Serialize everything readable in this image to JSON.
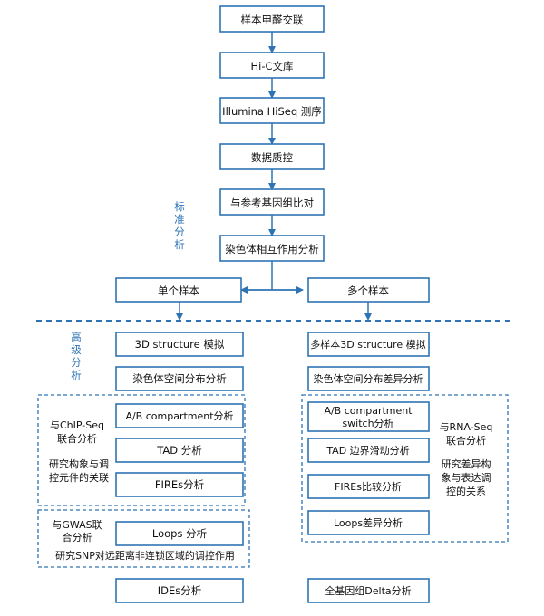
{
  "flow": {
    "step1": "样本甲醛交联",
    "step2": "Hi-C文库",
    "step3": "Illumina HiSeq 测序",
    "step4": "数据质控",
    "step5": "与参考基因组比对",
    "step6": "染色体相互作用分析"
  },
  "labels": {
    "standard": [
      "标",
      "准",
      "分",
      "析"
    ],
    "advanced": [
      "高",
      "级",
      "分",
      "析"
    ]
  },
  "branches": {
    "single": "单个样本",
    "multi": "多个样本"
  },
  "single_sample": {
    "structure": "3D structure 模拟",
    "spatial": "染色体空间分布分析",
    "ab": "A/B compartment分析",
    "tad": "TAD 分析",
    "fires": "FIREs分析",
    "loops": "Loops 分析",
    "ides": "IDEs分析",
    "chip_label": [
      "与ChIP-Seq",
      "联合分析"
    ],
    "chip_desc": [
      "研究构象与调",
      "控元件的关联"
    ],
    "gwas_label": [
      "与GWAS联",
      "合分析"
    ],
    "gwas_desc": "研究SNP对远距离非连锁区域的调控作用"
  },
  "multi_sample": {
    "structure": "多样本3D structure 模拟",
    "spatial": "染色体空间分布差异分析",
    "ab": [
      "A/B compartment",
      "switch分析"
    ],
    "tad": "TAD 边界滑动分析",
    "fires": "FIREs比较分析",
    "loops": "Loops差异分析",
    "delta": "全基因组Delta分析",
    "rna_label": [
      "与RNA-Seq",
      "联合分析"
    ],
    "rna_desc": [
      "研究差异构",
      "象与表达调",
      "控的关系"
    ]
  },
  "colors": {
    "accent": "#2e74b5",
    "text": "#111111",
    "background": "#ffffff"
  }
}
